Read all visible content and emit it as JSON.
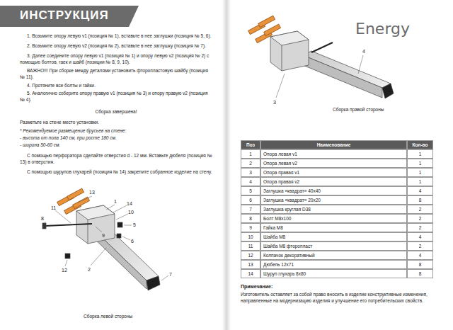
{
  "diagram": {
    "title": "ИНСТРУКЦИЯ",
    "labels": [
      "1. Возьмите опору левую v1 (позиция № 1), вставьте в нее заглушки (позиция № 5, 6).",
      "2. Возьмите опору левую v2 (позиция № 2), вставьте в нее заглушку (позиция № 7).",
      "3. Далее соедините опору левую v1 (позиция № 1) и опору левую v2 (позиция № 2) с помощью болтов, гаек и шайб (позиции № 8, 9, 10).",
      "ВАЖНО!!! При сборке между деталями установить фторопластовую шайбу (позиция № 11).",
      "4. Протяните все болты и гайки.",
      "5. Аналогично соберите опору правую v1 (позиция № 3) и опору правую v2 (позиция № 4).",
      "Сборка завершена!",
      "Разметьте на стене место установки.",
      "* Рекомендуемое размещение брусьев на стене:",
      "- высота от пола 140 см, при росте 180 см.",
      "- ширина 50-60 см.",
      "С помощью перфоратора сделайте отверстия d - 12 мм. Вставьте дюбеля (позиция № 13) в отверстия.",
      "С помощью шурупов глухарей (позиция № 14) закрепите собранное изделие на стену.",
      "13",
      "1",
      "14",
      "11",
      "10",
      "5",
      "9",
      "6",
      "8",
      "12",
      "2",
      "7",
      "Сборка левой стороны",
      "Energy",
      "4",
      "3",
      "Сборка правой стороны",
      "Поз",
      "Наименование",
      "Кол-во",
      "1",
      "Опора левая v1",
      "1",
      "2",
      "Опора левая v2",
      "1",
      "3",
      "Опора правая v1",
      "1",
      "4",
      "Опора правая v2",
      "1",
      "5",
      "Заглушка «квадрат» 40х40",
      "4",
      "6",
      "Заглушка «квадрат» 20х20",
      "8",
      "7",
      "Заглушка круглая D38",
      "2",
      "8",
      "Болт М8х100",
      "2",
      "9",
      "Гайка М8",
      "2",
      "10",
      "Шайба М8",
      "4",
      "11",
      "Шайба М8 фторопласт",
      "2",
      "12",
      "Колпачок декоративный",
      "4",
      "13",
      "Дюбель 12х71",
      "8",
      "14",
      "Шуруп глухарь 8х80",
      "8",
      "Примечание:",
      "Изготовитель оставляет за собой право вносить в изделие конструктивные изменения, направленные на модернизацию изделия и улучшение его потребительских свойств."
    ]
  }
}
